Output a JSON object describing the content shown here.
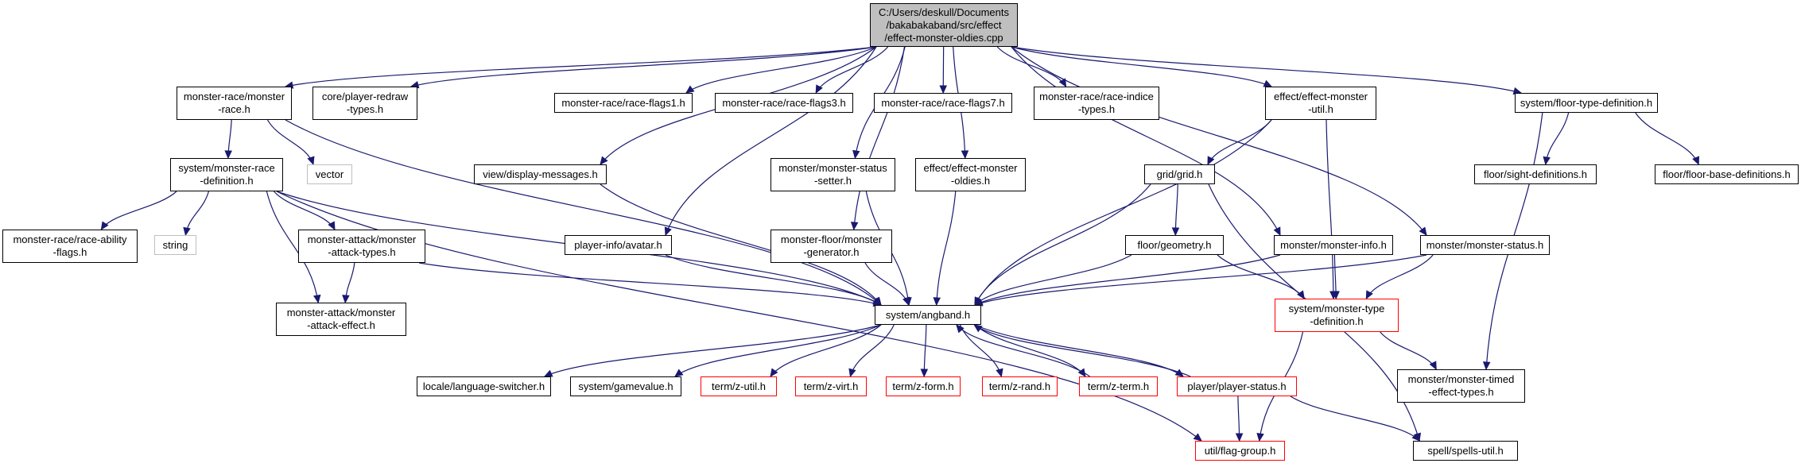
{
  "colors": {
    "edge": "#191970",
    "node_border": "#000000",
    "missing_border": "#ff0000",
    "external_border": "#bfbfbf",
    "root_fill": "#bfbfbf"
  },
  "nodes": [
    {
      "id": "root",
      "label": "C:/Users/deskull/Documents\n/bakabakaband/src/effect\n/effect-monster-oldies.cpp",
      "kind": "root"
    },
    {
      "id": "mrace",
      "label": "monster-race/monster\n-race.h",
      "kind": "normal"
    },
    {
      "id": "redraw",
      "label": "core/player-redraw\n-types.h",
      "kind": "normal"
    },
    {
      "id": "flags1",
      "label": "monster-race/race-flags1.h",
      "kind": "normal"
    },
    {
      "id": "flags3",
      "label": "monster-race/race-flags3.h",
      "kind": "normal"
    },
    {
      "id": "flags7",
      "label": "monster-race/race-flags7.h",
      "kind": "normal"
    },
    {
      "id": "indice",
      "label": "monster-race/race-indice\n-types.h",
      "kind": "normal"
    },
    {
      "id": "emutil",
      "label": "effect/effect-monster\n-util.h",
      "kind": "normal"
    },
    {
      "id": "floortype",
      "label": "system/floor-type-definition.h",
      "kind": "normal"
    },
    {
      "id": "mracedef",
      "label": "system/monster-race\n-definition.h",
      "kind": "normal"
    },
    {
      "id": "vector",
      "label": "vector",
      "kind": "external"
    },
    {
      "id": "dispmsg",
      "label": "view/display-messages.h",
      "kind": "normal"
    },
    {
      "id": "statset",
      "label": "monster/monster-status\n-setter.h",
      "kind": "normal"
    },
    {
      "id": "emoldies",
      "label": "effect/effect-monster\n-oldies.h",
      "kind": "normal"
    },
    {
      "id": "grid",
      "label": "grid/grid.h",
      "kind": "normal"
    },
    {
      "id": "sightdef",
      "label": "floor/sight-definitions.h",
      "kind": "normal"
    },
    {
      "id": "floorbase",
      "label": "floor/floor-base-definitions.h",
      "kind": "normal"
    },
    {
      "id": "abilflags",
      "label": "monster-race/race-ability\n-flags.h",
      "kind": "normal"
    },
    {
      "id": "string",
      "label": "string",
      "kind": "external"
    },
    {
      "id": "atktypes",
      "label": "monster-attack/monster\n-attack-types.h",
      "kind": "normal"
    },
    {
      "id": "avatar",
      "label": "player-info/avatar.h",
      "kind": "normal"
    },
    {
      "id": "mgen",
      "label": "monster-floor/monster\n-generator.h",
      "kind": "normal"
    },
    {
      "id": "geometry",
      "label": "floor/geometry.h",
      "kind": "normal"
    },
    {
      "id": "minfo",
      "label": "monster/monster-info.h",
      "kind": "normal"
    },
    {
      "id": "mstatus",
      "label": "monster/monster-status.h",
      "kind": "normal"
    },
    {
      "id": "atkeffect",
      "label": "monster-attack/monster\n-attack-effect.h",
      "kind": "normal"
    },
    {
      "id": "angband",
      "label": "system/angband.h",
      "kind": "normal"
    },
    {
      "id": "mtypedef",
      "label": "system/monster-type\n-definition.h",
      "kind": "missing"
    },
    {
      "id": "langsw",
      "label": "locale/language-switcher.h",
      "kind": "normal"
    },
    {
      "id": "gamevalue",
      "label": "system/gamevalue.h",
      "kind": "normal"
    },
    {
      "id": "zutil",
      "label": "term/z-util.h",
      "kind": "missing"
    },
    {
      "id": "zvirt",
      "label": "term/z-virt.h",
      "kind": "missing"
    },
    {
      "id": "zform",
      "label": "term/z-form.h",
      "kind": "missing"
    },
    {
      "id": "zrand",
      "label": "term/z-rand.h",
      "kind": "missing"
    },
    {
      "id": "zterm",
      "label": "term/z-term.h",
      "kind": "missing"
    },
    {
      "id": "pstatus",
      "label": "player/player-status.h",
      "kind": "missing"
    },
    {
      "id": "timed",
      "label": "monster/monster-timed\n-effect-types.h",
      "kind": "normal"
    },
    {
      "id": "flaggroup",
      "label": "util/flag-group.h",
      "kind": "missing"
    },
    {
      "id": "spells",
      "label": "spell/spells-util.h",
      "kind": "normal"
    }
  ],
  "edges": [
    [
      "root",
      "mrace"
    ],
    [
      "root",
      "redraw"
    ],
    [
      "root",
      "flags1"
    ],
    [
      "root",
      "flags3"
    ],
    [
      "root",
      "flags7"
    ],
    [
      "root",
      "indice"
    ],
    [
      "root",
      "emutil"
    ],
    [
      "root",
      "floortype"
    ],
    [
      "root",
      "dispmsg"
    ],
    [
      "root",
      "statset"
    ],
    [
      "root",
      "emoldies"
    ],
    [
      "root",
      "avatar"
    ],
    [
      "root",
      "mgen"
    ],
    [
      "root",
      "minfo"
    ],
    [
      "root",
      "mstatus"
    ],
    [
      "mrace",
      "mracedef"
    ],
    [
      "mrace",
      "vector"
    ],
    [
      "mrace",
      "angband"
    ],
    [
      "mracedef",
      "abilflags"
    ],
    [
      "mracedef",
      "string"
    ],
    [
      "mracedef",
      "atktypes"
    ],
    [
      "mracedef",
      "atkeffect"
    ],
    [
      "mracedef",
      "angband"
    ],
    [
      "mracedef",
      "flaggroup"
    ],
    [
      "atktypes",
      "atkeffect"
    ],
    [
      "atktypes",
      "angband"
    ],
    [
      "emutil",
      "grid"
    ],
    [
      "emutil",
      "angband"
    ],
    [
      "emutil",
      "mtypedef"
    ],
    [
      "floortype",
      "sightdef"
    ],
    [
      "floortype",
      "floorbase"
    ],
    [
      "floortype",
      "timed"
    ],
    [
      "grid",
      "geometry"
    ],
    [
      "grid",
      "angband"
    ],
    [
      "grid",
      "spells"
    ],
    [
      "geometry",
      "angband"
    ],
    [
      "geometry",
      "mtypedef"
    ],
    [
      "dispmsg",
      "angband"
    ],
    [
      "statset",
      "angband"
    ],
    [
      "emoldies",
      "angband"
    ],
    [
      "avatar",
      "angband"
    ],
    [
      "mgen",
      "angband"
    ],
    [
      "minfo",
      "angband"
    ],
    [
      "minfo",
      "mtypedef"
    ],
    [
      "mstatus",
      "angband"
    ],
    [
      "mstatus",
      "mtypedef"
    ],
    [
      "mtypedef",
      "timed"
    ],
    [
      "mtypedef",
      "flaggroup"
    ],
    [
      "angband",
      "langsw"
    ],
    [
      "angband",
      "gamevalue"
    ],
    [
      "angband",
      "zutil"
    ],
    [
      "angband",
      "zvirt"
    ],
    [
      "angband",
      "zform"
    ],
    [
      "angband",
      "zrand"
    ],
    [
      "angband",
      "zterm"
    ],
    [
      "angband",
      "pstatus"
    ],
    [
      "zterm",
      "angband"
    ],
    [
      "pstatus",
      "angband"
    ],
    [
      "pstatus",
      "flaggroup"
    ],
    [
      "pstatus",
      "spells"
    ]
  ]
}
